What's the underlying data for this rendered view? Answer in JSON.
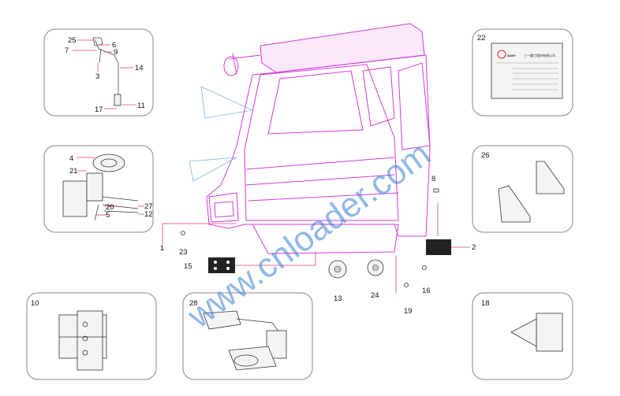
{
  "labels": {
    "l1": "1",
    "l2": "2",
    "l3": "3",
    "l4": "4",
    "l5": "5",
    "l6": "6",
    "l7": "7",
    "l8": "8",
    "l9": "9",
    "l10": "10",
    "l11": "11",
    "l12": "12",
    "l13": "13",
    "l14": "14",
    "l15": "15",
    "l16": "16",
    "l17": "17",
    "l18": "18",
    "l19": "19",
    "l20": "20",
    "l21": "21",
    "l22": "22",
    "l23": "23",
    "l24": "24",
    "l25": "25",
    "l26": "26",
    "l27": "27",
    "l28": "28"
  },
  "watermark": "www.cnloader.com",
  "nameplate": {
    "brand": "SANY",
    "subtitle": "三一重工股份有限公司"
  },
  "colors": {
    "cab_outline": "#d23ad8",
    "leader": "#e0407a",
    "watermark": "#3a7fd0",
    "box_border": "#8a8a8a"
  }
}
